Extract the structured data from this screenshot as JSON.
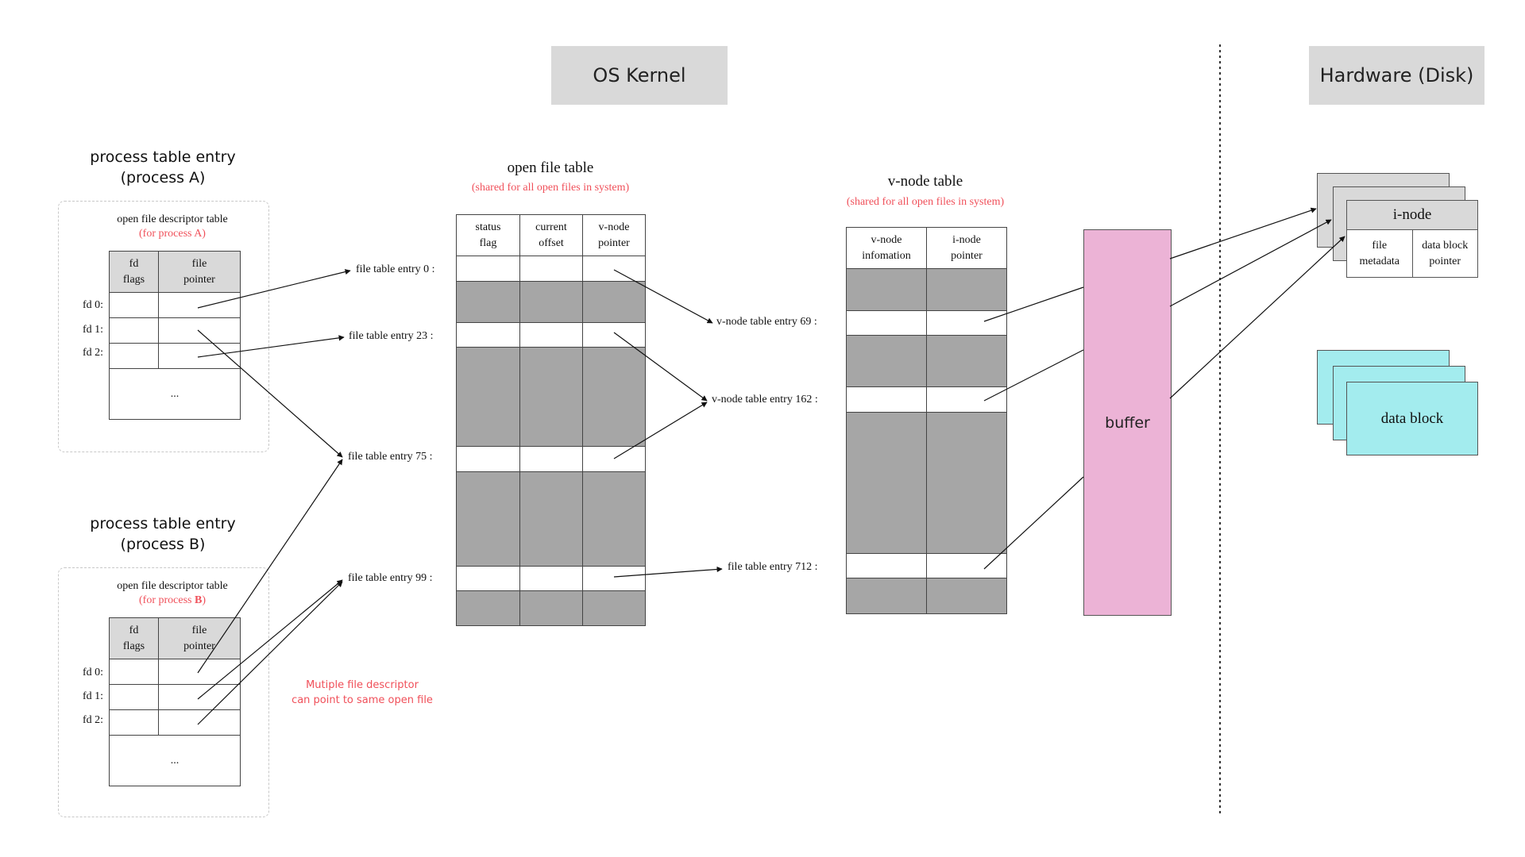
{
  "os_kernel": "OS Kernel",
  "hardware": "Hardware (Disk)",
  "process_a": {
    "title_line1": "process table entry",
    "title_line2": "(process A)",
    "fd_table_title": "open file descriptor table",
    "fd_table_sub": "(for process A)",
    "col1": [
      "fd",
      "flags"
    ],
    "col2": [
      "file",
      "pointer"
    ],
    "rows": [
      "fd 0:",
      "fd 1:",
      "fd 2:"
    ],
    "ellipsis": "..."
  },
  "process_b": {
    "title_line1": "process table entry",
    "title_line2": "(process B)",
    "fd_table_title": "open file descriptor table",
    "fd_table_sub_prefix": "(for process ",
    "fd_table_sub_bold": "B",
    "fd_table_sub_suffix": ")",
    "col1": [
      "fd",
      "flags"
    ],
    "col2": [
      "file",
      "pointer"
    ],
    "rows": [
      "fd 0:",
      "fd 1:",
      "fd 2:"
    ],
    "ellipsis": "..."
  },
  "open_file_table": {
    "title": "open file table",
    "subtitle": "(shared for all open files in system)",
    "headers": [
      [
        "status",
        "flag"
      ],
      [
        "current",
        "offset"
      ],
      [
        "v-node",
        "pointer"
      ]
    ]
  },
  "file_entries": [
    "file table entry 0 :",
    "file table entry 23 :",
    "file table entry 75 :",
    "file table entry 99 :"
  ],
  "vnode_table": {
    "title": "v-node table",
    "subtitle": "(shared for all open files in system)",
    "headers": [
      [
        "v-node",
        "infomation"
      ],
      [
        "i-node",
        "pointer"
      ]
    ]
  },
  "vnode_entries": [
    "v-node table entry 69 :",
    "v-node table entry 162 :",
    "file table entry 712 :"
  ],
  "note": [
    "Mutiple file descriptor",
    "can point to same open file"
  ],
  "buffer": "buffer",
  "inode": {
    "title": "i-node",
    "cells": [
      [
        "file",
        "metadata"
      ],
      [
        "data block",
        "pointer"
      ]
    ]
  },
  "data_block": "data block",
  "colors": {
    "header_gray": "#d9d9d9",
    "table_gray": "#a6a6a6",
    "buffer_pink": "#ecb3d6",
    "data_cyan": "#a3ecee",
    "note_red": "#f0505a"
  }
}
